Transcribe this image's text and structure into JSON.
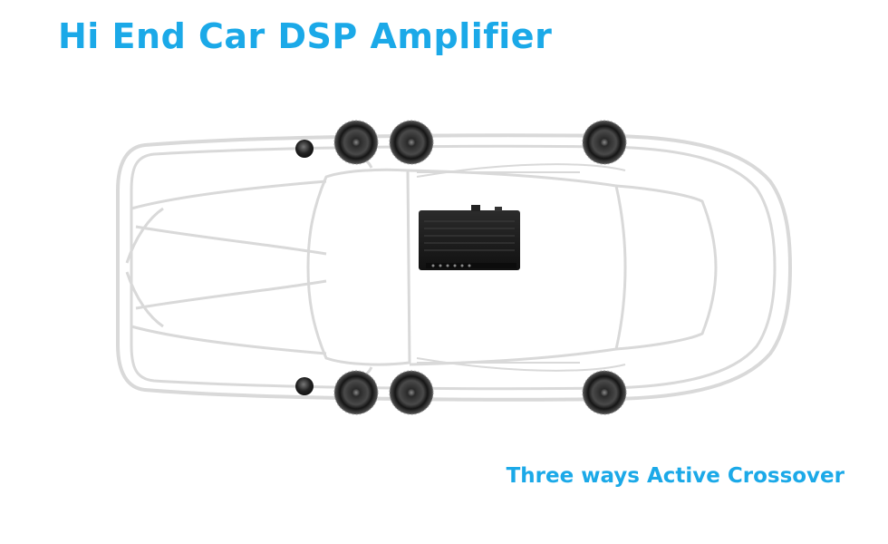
{
  "header": {
    "title": "Hi End Car DSP Amplifier",
    "title_color": "#1ba9e8"
  },
  "footer": {
    "caption": "Three ways Active Crossover"
  },
  "illustration": {
    "car_outline_color": "#d9d9d9",
    "speaker_color": "#1e1e1e",
    "amplifier_color": "#1a1a1a",
    "speakers_per_side": 3,
    "tweeters_per_side": 1
  }
}
